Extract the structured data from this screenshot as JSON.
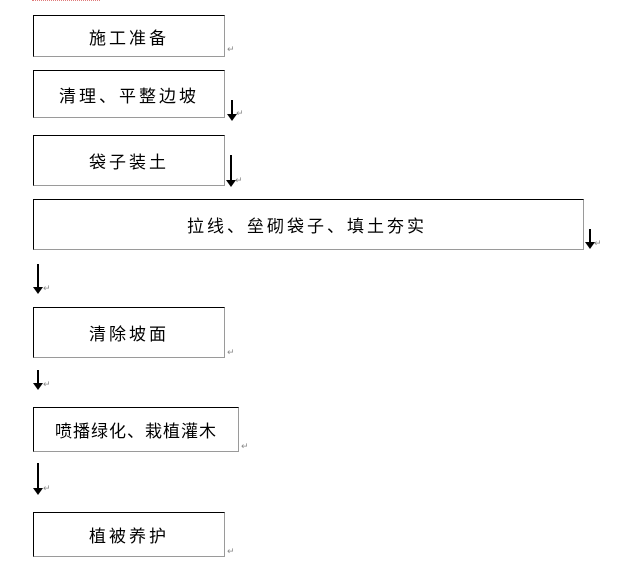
{
  "steps": [
    "施工准备",
    "清理、平整边坡",
    "袋子装土",
    "拉线、垒砌袋子、填土夯实",
    "清除坡面",
    "喷播绿化、栽植灌木",
    "植被养护"
  ],
  "paragraph_mark": "↵",
  "colors": {
    "border": "#000000",
    "shadow_border": "#9a9a9a",
    "mark": "#8a8a8a",
    "top_dotted": "#e07a7a"
  }
}
